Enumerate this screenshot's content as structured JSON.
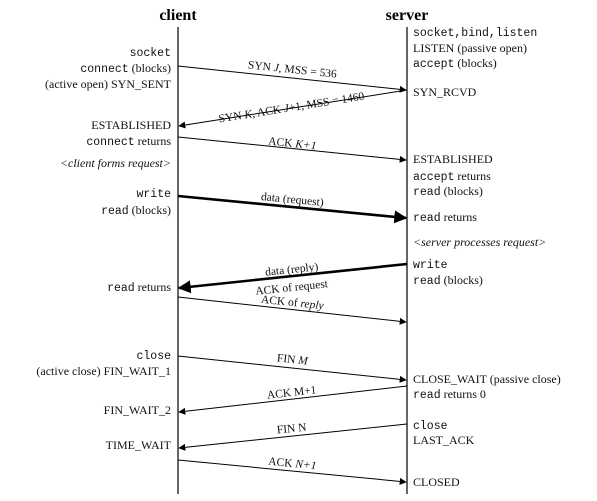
{
  "headers": {
    "client": "client",
    "server": "server"
  },
  "client_lines": [
    {
      "key": "c1",
      "segs": [
        [
          "socket",
          "mono"
        ]
      ]
    },
    {
      "key": "c2",
      "segs": [
        [
          "connect",
          "mono"
        ],
        [
          " (blocks)",
          "serif"
        ]
      ]
    },
    {
      "key": "c3",
      "segs": [
        [
          "(active open)  SYN_SENT",
          "serif"
        ]
      ]
    },
    {
      "key": "c4",
      "segs": [
        [
          "ESTABLISHED",
          "serif"
        ]
      ]
    },
    {
      "key": "c5",
      "segs": [
        [
          "connect",
          "mono"
        ],
        [
          " returns",
          "serif"
        ]
      ]
    },
    {
      "key": "c6",
      "segs": [
        [
          "<client forms request>",
          "serif-i"
        ]
      ]
    },
    {
      "key": "c7",
      "segs": [
        [
          "write",
          "mono"
        ]
      ]
    },
    {
      "key": "c8",
      "segs": [
        [
          "read",
          "mono"
        ],
        [
          " (blocks)",
          "serif"
        ]
      ]
    },
    {
      "key": "c9",
      "segs": [
        [
          "read",
          "mono"
        ],
        [
          " returns",
          "serif"
        ]
      ]
    },
    {
      "key": "c10",
      "segs": [
        [
          "close",
          "mono"
        ]
      ]
    },
    {
      "key": "c11",
      "segs": [
        [
          "(active close)  FIN_WAIT_1",
          "serif"
        ]
      ]
    },
    {
      "key": "c12",
      "segs": [
        [
          "FIN_WAIT_2",
          "serif"
        ]
      ]
    },
    {
      "key": "c13",
      "segs": [
        [
          "TIME_WAIT",
          "serif"
        ]
      ]
    }
  ],
  "server_lines": [
    {
      "key": "s1",
      "segs": [
        [
          "socket,bind,listen",
          "mono"
        ]
      ]
    },
    {
      "key": "s2",
      "segs": [
        [
          "LISTEN  (passive open)",
          "serif"
        ]
      ]
    },
    {
      "key": "s3",
      "segs": [
        [
          "accept",
          "mono"
        ],
        [
          " (blocks)",
          "serif"
        ]
      ]
    },
    {
      "key": "s4",
      "segs": [
        [
          "SYN_RCVD",
          "serif"
        ]
      ]
    },
    {
      "key": "s5",
      "segs": [
        [
          "ESTABLISHED",
          "serif"
        ]
      ]
    },
    {
      "key": "s6",
      "segs": [
        [
          "accept",
          "mono"
        ],
        [
          " returns",
          "serif"
        ]
      ]
    },
    {
      "key": "s7",
      "segs": [
        [
          "read",
          "mono"
        ],
        [
          " (blocks)",
          "serif"
        ]
      ]
    },
    {
      "key": "s8",
      "segs": [
        [
          "read",
          "mono"
        ],
        [
          " returns",
          "serif"
        ]
      ]
    },
    {
      "key": "s9",
      "segs": [
        [
          "<server processes request>",
          "serif-i"
        ]
      ]
    },
    {
      "key": "s10",
      "segs": [
        [
          "write",
          "mono"
        ]
      ]
    },
    {
      "key": "s11",
      "segs": [
        [
          "read",
          "mono"
        ],
        [
          " (blocks)",
          "serif"
        ]
      ]
    },
    {
      "key": "s12",
      "segs": [
        [
          "CLOSE_WAIT  (passive close)",
          "serif"
        ]
      ]
    },
    {
      "key": "s13",
      "segs": [
        [
          "read",
          "mono"
        ],
        [
          " returns 0",
          "serif"
        ]
      ]
    },
    {
      "key": "s14",
      "segs": [
        [
          "close",
          "mono"
        ]
      ]
    },
    {
      "key": "s15",
      "segs": [
        [
          "LAST_ACK",
          "serif"
        ]
      ]
    },
    {
      "key": "s16",
      "segs": [
        [
          "CLOSED",
          "serif"
        ]
      ]
    }
  ],
  "messages": [
    {
      "key": "m1",
      "segs": [
        [
          "SYN ",
          "n"
        ],
        [
          "J",
          "i"
        ],
        [
          ", MSS = 536",
          "n"
        ]
      ]
    },
    {
      "key": "m2",
      "segs": [
        [
          "SYN ",
          "n"
        ],
        [
          "K",
          "i"
        ],
        [
          ", ACK ",
          "n"
        ],
        [
          "J",
          "i"
        ],
        [
          "+1, MSS = 1460",
          "n"
        ]
      ]
    },
    {
      "key": "m3",
      "segs": [
        [
          "ACK ",
          "n"
        ],
        [
          "K",
          "i"
        ],
        [
          "+1",
          "i"
        ]
      ]
    },
    {
      "key": "m4",
      "segs": [
        [
          "data (request)",
          "n"
        ]
      ]
    },
    {
      "key": "m5",
      "segs": [
        [
          "data (reply)",
          "n"
        ]
      ]
    },
    {
      "key": "m6",
      "segs": [
        [
          "ACK of request",
          "n"
        ]
      ]
    },
    {
      "key": "m7",
      "segs": [
        [
          "ACK of ",
          "n"
        ],
        [
          "reply",
          "i"
        ]
      ]
    },
    {
      "key": "m8",
      "segs": [
        [
          "FIN ",
          "n"
        ],
        [
          "M",
          "i"
        ]
      ]
    },
    {
      "key": "m9",
      "segs": [
        [
          "ACK M+1",
          "n"
        ]
      ]
    },
    {
      "key": "m10",
      "segs": [
        [
          "FIN N",
          "n"
        ]
      ]
    },
    {
      "key": "m11",
      "segs": [
        [
          "ACK ",
          "n"
        ],
        [
          "N+1",
          "i"
        ]
      ]
    }
  ]
}
